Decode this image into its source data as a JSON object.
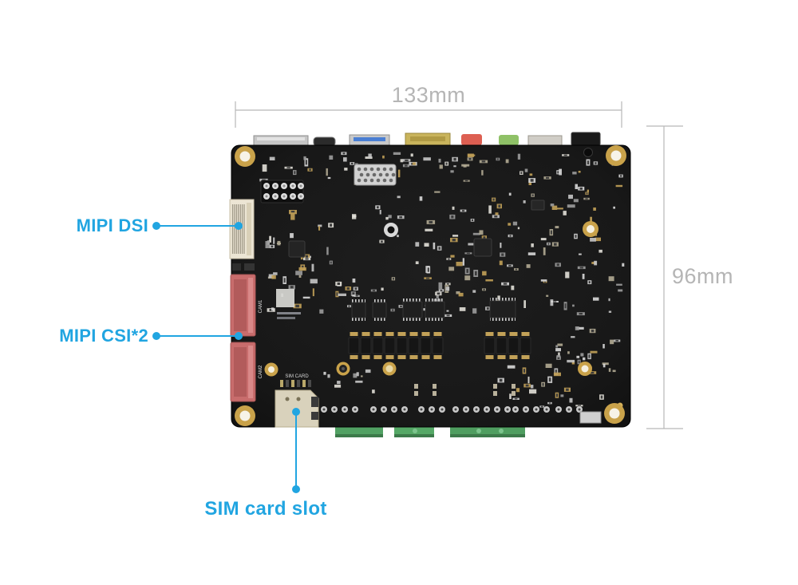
{
  "dimension_annotations": {
    "width": "133mm",
    "height": "96mm"
  },
  "callouts": [
    {
      "label": "MIPI DSI"
    },
    {
      "label": "MIPI CSI*2"
    },
    {
      "label": "SIM card slot"
    }
  ],
  "silkscreen": {
    "sim": "SIM CARD",
    "cam1": "CAM1",
    "cam2": "CAM2"
  },
  "colors": {
    "callout_blue": "#21a5e1",
    "dimension_gray": "#b5b5b5",
    "pcb_black": "#161616",
    "cam_connector_red": "#c86c6c",
    "dsi_connector_cream": "#ece5d4",
    "sim_slot_silver": "#d9d2bc",
    "terminal_block_green": "#51a163",
    "mount_hole_gold": "#c9a24a"
  }
}
